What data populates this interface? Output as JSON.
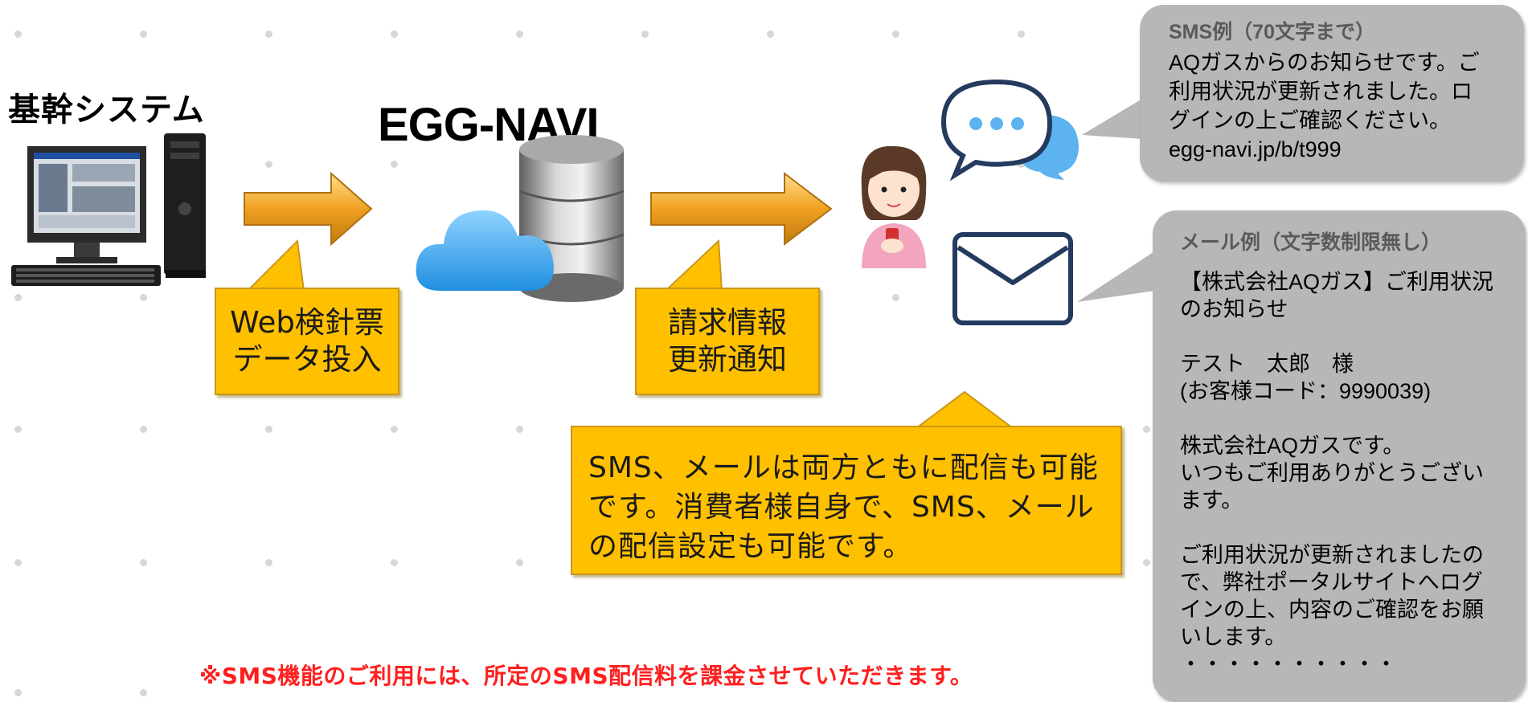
{
  "system": {
    "label": "基幹システム"
  },
  "navi": {
    "label": "EGG-NAVI"
  },
  "callouts": {
    "input": {
      "line1": "Web検針票",
      "line2": "データ投入"
    },
    "notify": {
      "line1": "請求情報",
      "line2": "更新通知"
    }
  },
  "note": {
    "line1": "SMS、メールは両方ともに配信も可能",
    "line2": "です。消費者様自身で、SMS、メール",
    "line3": "の配信設定も可能です。"
  },
  "sms_example": {
    "title": "SMS例（70文字まで）",
    "body": "AQガスからのお知らせです。ご\n利用状況が更新されました。ロ\nグインの上ご確認ください。\negg-navi.jp/b/t999"
  },
  "mail_example": {
    "title": "メール例（文字数制限無し）",
    "body": "【株式会社AQガス】ご利用状況\nのお知らせ\n\nテスト　太郎　様\n(お客様コード：9990039)\n\n株式会社AQガスです。\nいつもご利用ありがとうござい\nます。\n\nご利用状況が更新されましたの\nで、弊社ポータルサイトへログ\nインの上、内容のご確認をお願\nいします。\n・・・・・・・・・・"
  },
  "footer": {
    "note": "※SMS機能のご利用には、所定のSMS配信料を課金させていただきます。"
  },
  "icons": [
    "computer-icon",
    "cloud-icon",
    "database-icon",
    "person-with-phone-icon",
    "chat-bubbles-icon",
    "envelope-icon",
    "arrow-icon"
  ],
  "colors": {
    "callout_fill": "#ffc000",
    "arrow_fill": "#f0a020",
    "panel_fill": "#b7b7b7",
    "cloud_fill": "#3ba7ea",
    "footer_text": "#ff1f1f",
    "icon_stroke": "#243a5e"
  }
}
